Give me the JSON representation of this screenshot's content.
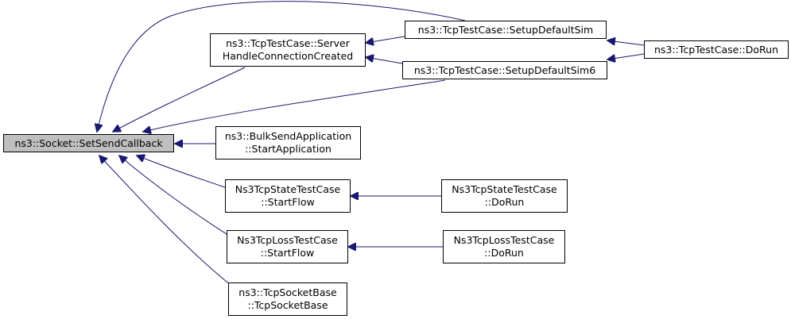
{
  "graph": {
    "edge_color": "#191970",
    "current_fill": "#bfbfbf",
    "nodes": {
      "setsendcallback": {
        "lines": [
          "ns3::Socket::SetSendCallback"
        ],
        "current": true
      },
      "server_handle": {
        "lines": [
          "ns3::TcpTestCase::Server",
          "HandleConnectionCreated"
        ]
      },
      "setup_default_sim": {
        "lines": [
          "ns3::TcpTestCase::SetupDefaultSim"
        ]
      },
      "setup_default_sim6": {
        "lines": [
          "ns3::TcpTestCase::SetupDefaultSim6"
        ]
      },
      "tcptestcase_dorun": {
        "lines": [
          "ns3::TcpTestCase::DoRun"
        ]
      },
      "bulksend_start": {
        "lines": [
          "ns3::BulkSendApplication",
          "::StartApplication"
        ]
      },
      "state_startflow": {
        "lines": [
          "Ns3TcpStateTestCase",
          "::StartFlow"
        ]
      },
      "state_dorun": {
        "lines": [
          "Ns3TcpStateTestCase",
          "::DoRun"
        ]
      },
      "loss_startflow": {
        "lines": [
          "Ns3TcpLossTestCase",
          "::StartFlow"
        ]
      },
      "loss_dorun": {
        "lines": [
          "Ns3TcpLossTestCase",
          "::DoRun"
        ]
      },
      "tcpsocketbase_ctor": {
        "lines": [
          "ns3::TcpSocketBase",
          "::TcpSocketBase"
        ]
      }
    },
    "edges": [
      {
        "from": "server_handle",
        "to": "setsendcallback"
      },
      {
        "from": "setup_default_sim",
        "to": "setsendcallback"
      },
      {
        "from": "setup_default_sim6",
        "to": "setsendcallback"
      },
      {
        "from": "bulksend_start",
        "to": "setsendcallback"
      },
      {
        "from": "state_startflow",
        "to": "setsendcallback"
      },
      {
        "from": "loss_startflow",
        "to": "setsendcallback"
      },
      {
        "from": "tcpsocketbase_ctor",
        "to": "setsendcallback"
      },
      {
        "from": "setup_default_sim",
        "to": "server_handle"
      },
      {
        "from": "setup_default_sim6",
        "to": "server_handle"
      },
      {
        "from": "tcptestcase_dorun",
        "to": "setup_default_sim"
      },
      {
        "from": "tcptestcase_dorun",
        "to": "setup_default_sim6"
      },
      {
        "from": "state_dorun",
        "to": "state_startflow"
      },
      {
        "from": "loss_dorun",
        "to": "loss_startflow"
      }
    ]
  }
}
